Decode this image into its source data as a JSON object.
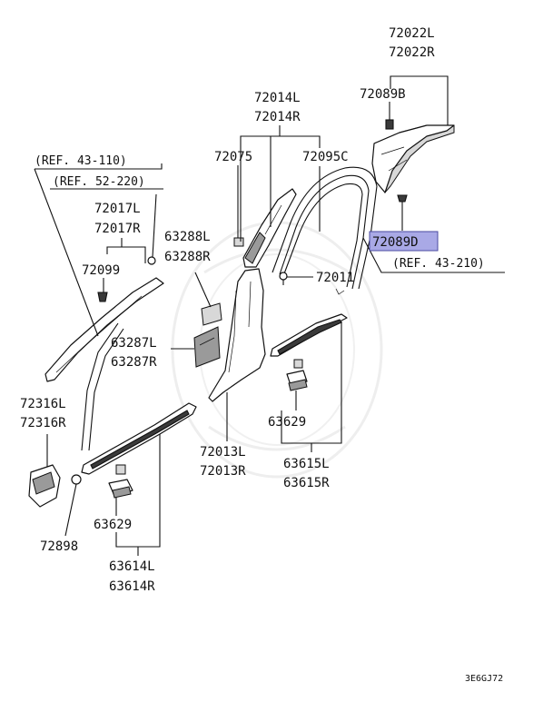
{
  "labels": {
    "p72022": [
      "72022L",
      "72022R"
    ],
    "p72089B": "72089B",
    "p72014": [
      "72014L",
      "72014R"
    ],
    "p72075": "72075",
    "p72095C": "72095C",
    "p72089D": "72089D",
    "ref43_110": "(REF. 43-110)",
    "ref52_220": "(REF. 52-220)",
    "ref43_210": "(REF. 43-210)",
    "p72017": [
      "72017L",
      "72017R"
    ],
    "p72099": "72099",
    "p63288": [
      "63288L",
      "63288R"
    ],
    "p72011": "72011",
    "p63287": [
      "63287L",
      "63287R"
    ],
    "p72316": [
      "72316L",
      "72316R"
    ],
    "p63629a": "63629",
    "p72013": [
      "72013L",
      "72013R"
    ],
    "p63615": [
      "63615L",
      "63615R"
    ],
    "p63629b": "63629",
    "p72898": "72898",
    "p63614": [
      "63614L",
      "63614R"
    ],
    "catalog_code": "3E6GJ72"
  },
  "colors": {
    "highlight": "#a9a9e6",
    "highlight_border": "#4a4aa0",
    "watermark": "#dcdcdc"
  }
}
